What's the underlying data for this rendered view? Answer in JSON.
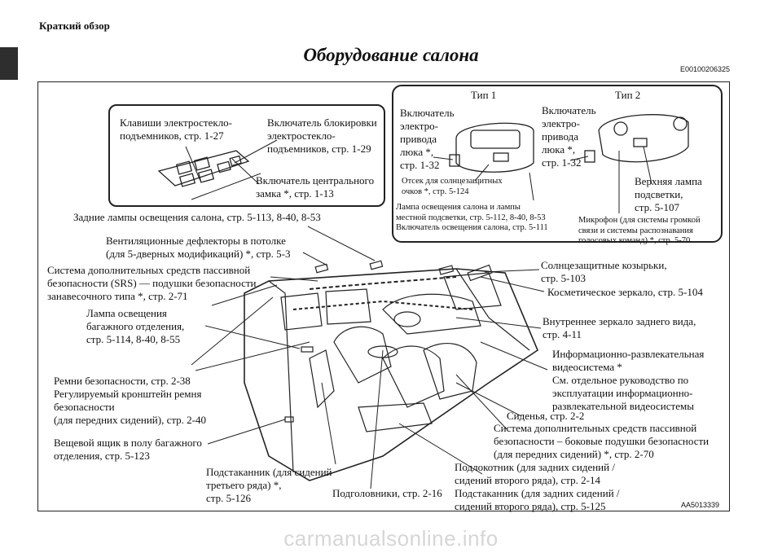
{
  "header": {
    "section": "Краткий обзор",
    "title": "Оборудование салона",
    "code": "E00100206325"
  },
  "inset_windows": {
    "power_window_switches": "Клавиши электростекло-\nподъемников, стр. 1-27",
    "lock_switch": "Включатель блокировки\nэлектростекло-\nподъемников, стр. 1-29",
    "central_lock": "Включатель центрального\nзамка *, стр. 1-13"
  },
  "inset_roof": {
    "type1": "Тип 1",
    "type2": "Тип 2",
    "sunroof_type1": "Включатель\nэлектро-\nпривода\nлюка *,\nстр. 1-32",
    "sunroof_type2": "Включатель\nэлектро-\nпривода\nлюка *,\nстр. 1-32",
    "sunglass_holder": "Отсек для солнцезащитных\nочков *, стр. 5-124",
    "room_lamps": "Лампа освещения салона и лампы\nместной подсветки, стр. 5-112, 8-40, 8-53\nВключатель освещения салона, стр. 5-111",
    "ceiling_light": "Верхняя лампа\nподсветки,\nстр. 5-107",
    "microphone": "Микрофон (для системы громкой\nсвязи и системы распознавания\nголосовых команд) *, стр. 5-70"
  },
  "callouts": {
    "rear_lamps": "Задние лампы освещения салона, стр. 5-113, 8-40, 8-53",
    "ceiling_vents": "Вентиляционные дефлекторы в потолке\n(для 5-дверных модификаций) *, стр. 5-3",
    "srs_curtain": "Система дополнительных средств пассивной\nбезопасности (SRS) — подушки безопасности\nзанавесочного типа *, стр. 2-71",
    "cargo_lamp": "Лампа освещения\nбагажного отделения,\nстр. 5-114, 8-40, 8-55",
    "seat_belts": "Ремни безопасности, стр. 2-38\nРегулируемый кронштейн ремня\nбезопасности\n(для передних сидений), стр. 2-40",
    "floor_box": "Вещевой ящик в полу багажного\nотделения, стр. 5-123",
    "cupholder_third": "Подстаканник (для сидений\nтретьего ряда) *,\nстр. 5-126",
    "headrests": "Подголовники, стр. 2-16",
    "armrest": "Подлокотник (для задних сидений /\nсидений второго ряда), стр. 2-14\nПодстаканник (для задних сидений /\nсидений второго ряда), стр. 5-125",
    "srs_side": "Система дополнительных средств пассивной\nбезопасности – боковые подушки безопасности\n(для передних сидений) *, стр. 2-70",
    "seats": "Сиденья, стр. 2-2",
    "infotainment": "Информационно-развлекательная\nвидеосистема *\nСм. отдельное руководство по\nэксплуатации информационно-\nразвлекательной видеосистемы",
    "rearview_mirror": "Внутреннее зеркало заднего вида,\nстр. 4-11",
    "vanity_mirror": "Косметическое зеркало, стр. 5-104",
    "sun_visors": "Солнцезащитные козырьки,\nстр. 5-103"
  },
  "figure_code": "AA5013339",
  "footer": "carmanualsonline.info"
}
